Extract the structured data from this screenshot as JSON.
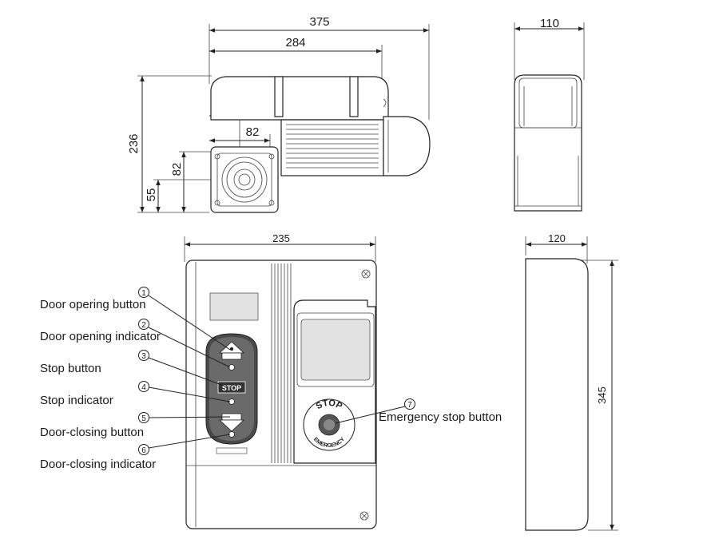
{
  "dimensions": {
    "top_width": "375",
    "top_inner_width": "284",
    "top_depth": "110",
    "height_left": "236",
    "offset_x": "55",
    "shaft_x": "82",
    "shaft_y": "82",
    "offset_y": "55",
    "box_width": "235",
    "box_depth": "120",
    "box_height": "345"
  },
  "callouts": [
    {
      "num": "1",
      "label": "Door opering button"
    },
    {
      "num": "2",
      "label": "Door opening indicator"
    },
    {
      "num": "3",
      "label": "Stop button"
    },
    {
      "num": "4",
      "label": "Stop indicator"
    },
    {
      "num": "5",
      "label": "Door-closing button"
    },
    {
      "num": "6",
      "label": "Door-closing indicator"
    },
    {
      "num": "7",
      "label": "Emergency stop button"
    }
  ],
  "panel": {
    "stop_key": "STOP",
    "estop_top": "STOP",
    "estop_bottom": "EMERGENCY"
  }
}
